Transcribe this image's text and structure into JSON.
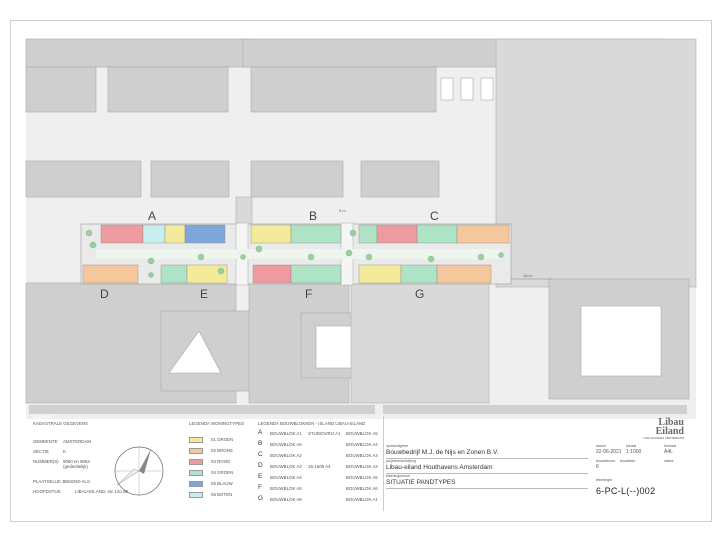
{
  "zones": {
    "a": "A",
    "b": "B",
    "c": "C",
    "d": "D",
    "e": "E",
    "f": "F",
    "g": "G"
  },
  "plan_tiny": {
    "t1": "5 m",
    "t2": "16 m"
  },
  "colors": {
    "yellow": "#f3ea9a",
    "orange": "#f4c79d",
    "red": "#ee9a9e",
    "green": "#aee3c6",
    "blue": "#7fa6da",
    "cyan": "#c8eef0"
  },
  "legend": {
    "header": "gegevens",
    "left": [
      {
        "k": "KADASTRALE GEGEVENS",
        "v": ""
      },
      {
        "k": "GEMEENTE",
        "v": "AMSTERDAM"
      },
      {
        "k": "SECTIE",
        "v": "K"
      },
      {
        "k": "NUMMER(S)",
        "v": "9060 en 9063 (gedeeltelijk)"
      },
      {
        "k": "PLAATSELIJK BEKEND ALS",
        "v": ""
      },
      {
        "k": "HOOFDSTUK",
        "v": "LIBAU-EILAND, etc 1/to 80"
      }
    ],
    "woningtypes_title": "LEGENDA WONINGTYPES",
    "types": [
      "01 GROEN",
      "02 BRONS",
      "03 ROOD",
      "04 GROEN",
      "05 BLAUW",
      "06 BOTEN"
    ],
    "bouwblokken_title": "LEGENDA BOUWBLOKKEN - ISLAND LIBAU-EILAND",
    "blocks": [
      {
        "letter": "A",
        "a": "BOUWBLOK A1",
        "b": "STUDIOVRIJ A1",
        "c": "BOUWBLOK A5"
      },
      {
        "letter": "B",
        "a": "BOUWBLOK A6",
        "b": "",
        "c": "BOUWBLOK A4"
      },
      {
        "letter": "C",
        "a": "BOUWBLOK A2",
        "b": "",
        "c": "BOUWBLOK A3"
      },
      {
        "letter": "D",
        "a": "BOUWBLOK A3",
        "b": "16-1609 A4",
        "c": "BOUWBLOK A3"
      },
      {
        "letter": "E",
        "a": "BOUWBLOK A4",
        "b": "",
        "c": "BOUWBLOK A5"
      },
      {
        "letter": "F",
        "a": "BOUWBLOK A5",
        "b": "",
        "c": "BOUWBLOK A6"
      },
      {
        "letter": "G",
        "a": "BOUWBLOK A8",
        "b": "",
        "c": "BOUWBLOK A1"
      }
    ]
  },
  "titleblock": {
    "opdrachtgever_label": "opdrachtgever",
    "opdrachtgever": "Bouwbedrijf M.J. de Nijs en Zonen B.V.",
    "project_label": "projectomschrijving",
    "project": "Libau-eiland Houthavens Amsterdam",
    "tekening_label": "tekeninginhoud",
    "tekening": "SITUATIE PANDTYPES",
    "datum_label": "datum",
    "datum": "22-06-2021",
    "schaal_label": "schaal",
    "schaal": "1:1000",
    "formaat_label": "formaat",
    "formaat": "A4L",
    "bouwstroom_label": "bouwstroom",
    "bouwstroom": "6",
    "fase_label": "bouwfase",
    "fase": "",
    "status_label": "status",
    "status": "",
    "nummer_label": "tekeningnr.",
    "nummer": "6-PC-L(--)002",
    "logo_line1": "Libau",
    "logo_line2": "Eiland",
    "logo_sub": "HOUTHAVENS AMSTERDAM"
  }
}
